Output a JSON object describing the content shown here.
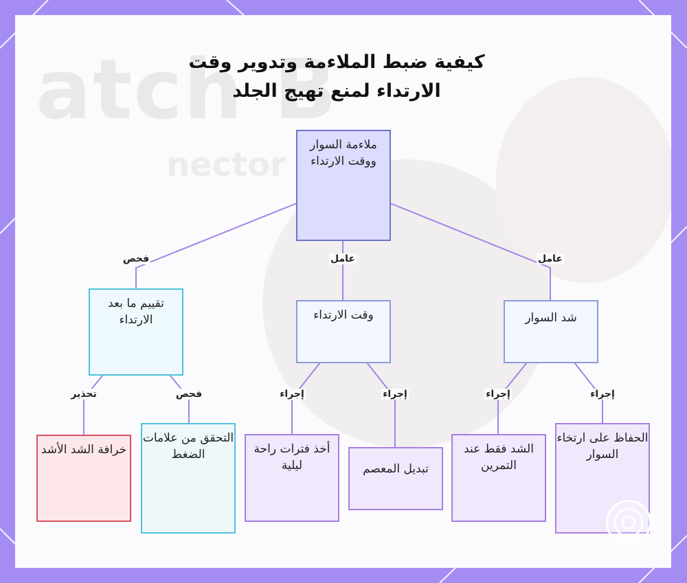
{
  "title": "كيفية ضبط الملاءمة وتدوير وقت الارتداء لمنع تهيج الجلد",
  "background_watermark": {
    "line1": "atch B",
    "line2": "nector"
  },
  "nodes": {
    "root": "ملاءمة السوار ووقت الارتداء",
    "assess": "تقييم ما بعد الارتداء",
    "wear_time": "وقت الارتداء",
    "strap_tight": "شد السوار",
    "myth": "خرافة الشد الأشد",
    "check_pressure": "التحقق من علامات الضغط",
    "night_rest": "أخذ فترات راحة ليلية",
    "switch_wrist": "تبديل المعصم",
    "tighten_exercise": "الشد فقط عند التمرين",
    "keep_loose": "الحفاظ على ارتخاء السوار"
  },
  "edge_labels": {
    "root_assess": "فحص",
    "root_wear": "عامل",
    "root_strap": "عامل",
    "assess_myth": "تحذير",
    "assess_check": "فحص",
    "wear_night": "إجراء",
    "wear_switch": "إجراء",
    "strap_tighten": "إجراء",
    "strap_loose": "إجراء"
  },
  "colors": {
    "frame": "#a58cf3",
    "edge": "#a384e6",
    "root_fill": "#dcdcff",
    "leaf_purple": "#f1e8fd",
    "leaf_red": "#fde7ea",
    "leaf_cyan": "#eef8fb"
  },
  "icons": [
    "logo-watermark-icon"
  ]
}
